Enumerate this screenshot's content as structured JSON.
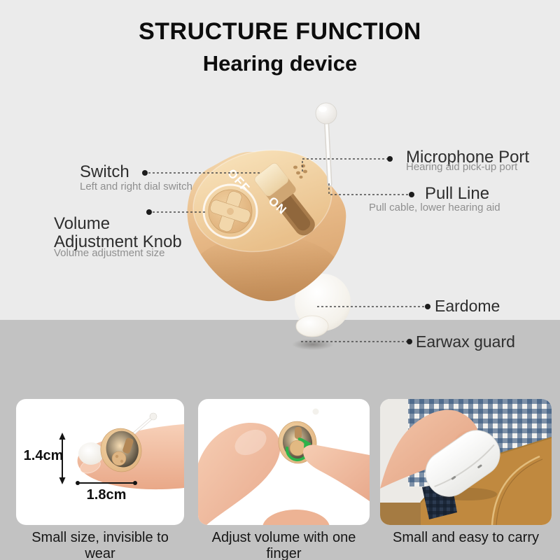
{
  "header": {
    "title": "STRUCTURE FUNCTION",
    "subtitle": "Hearing device"
  },
  "callouts": {
    "switch": {
      "label": "Switch",
      "description": "Left and right dial switch"
    },
    "volume_knob": {
      "label": "Volume Adjustment Knob",
      "description": "Volume adjustment size"
    },
    "microphone_port": {
      "label": "Microphone Port",
      "description": "Hearing aid pick-up port"
    },
    "pull_line": {
      "label": "Pull Line",
      "description": "Pull cable, lower hearing aid"
    },
    "eardome": {
      "label": "Eardome"
    },
    "earwax_guard": {
      "label": "Earwax guard"
    }
  },
  "device": {
    "switch_positions": {
      "off": "OFF",
      "on": "ON"
    }
  },
  "panels": {
    "size": {
      "caption": "Small size, invisible to wear",
      "height_label": "1.4cm",
      "width_label": "1.8cm"
    },
    "volume": {
      "caption": "Adjust volume with one finger"
    },
    "carry": {
      "caption": "Small and easy to carry"
    }
  },
  "colors": {
    "background_upper": "#ebebeb",
    "background_lower": "#c2c2c2",
    "device_body": "#ecc197",
    "device_shade": "#d9a46f",
    "accent_green": "#2db34a",
    "skin": "#f0bda1",
    "plaid_navy": "#31517a",
    "khaki_pants": "#c0893f",
    "label_text": "#2e2e2e",
    "label_subtext": "#8f8f8f"
  }
}
